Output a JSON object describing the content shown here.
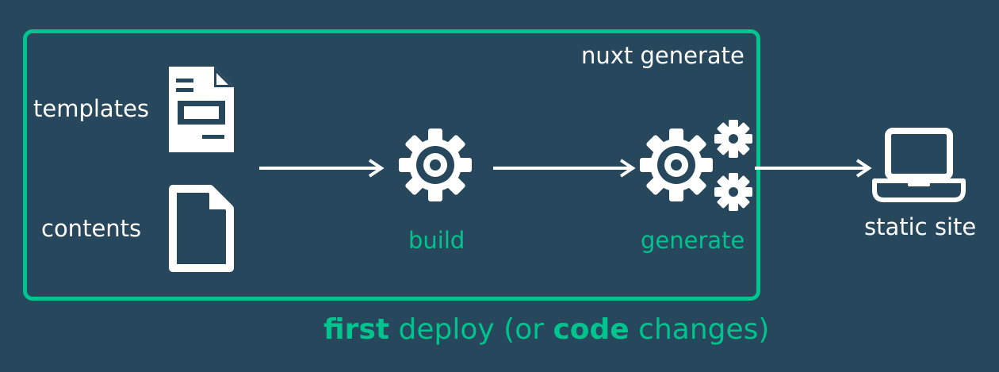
{
  "frame": {
    "title": "nuxt generate"
  },
  "inputs": {
    "templates_label": "templates",
    "contents_label": "contents"
  },
  "steps": {
    "build_label": "build",
    "generate_label": "generate"
  },
  "output": {
    "label": "static site"
  },
  "caption": {
    "part1_bold": "first",
    "part2": " deploy (or ",
    "part3_bold": "code",
    "part4": " changes)"
  },
  "colors": {
    "background": "#27475c",
    "accent": "#00c48e",
    "foreground": "#ffffff"
  },
  "icons": {
    "templates": "template-document-icon",
    "contents": "blank-document-icon",
    "build": "gear-icon",
    "generate": "gears-icon",
    "output": "laptop-icon"
  }
}
